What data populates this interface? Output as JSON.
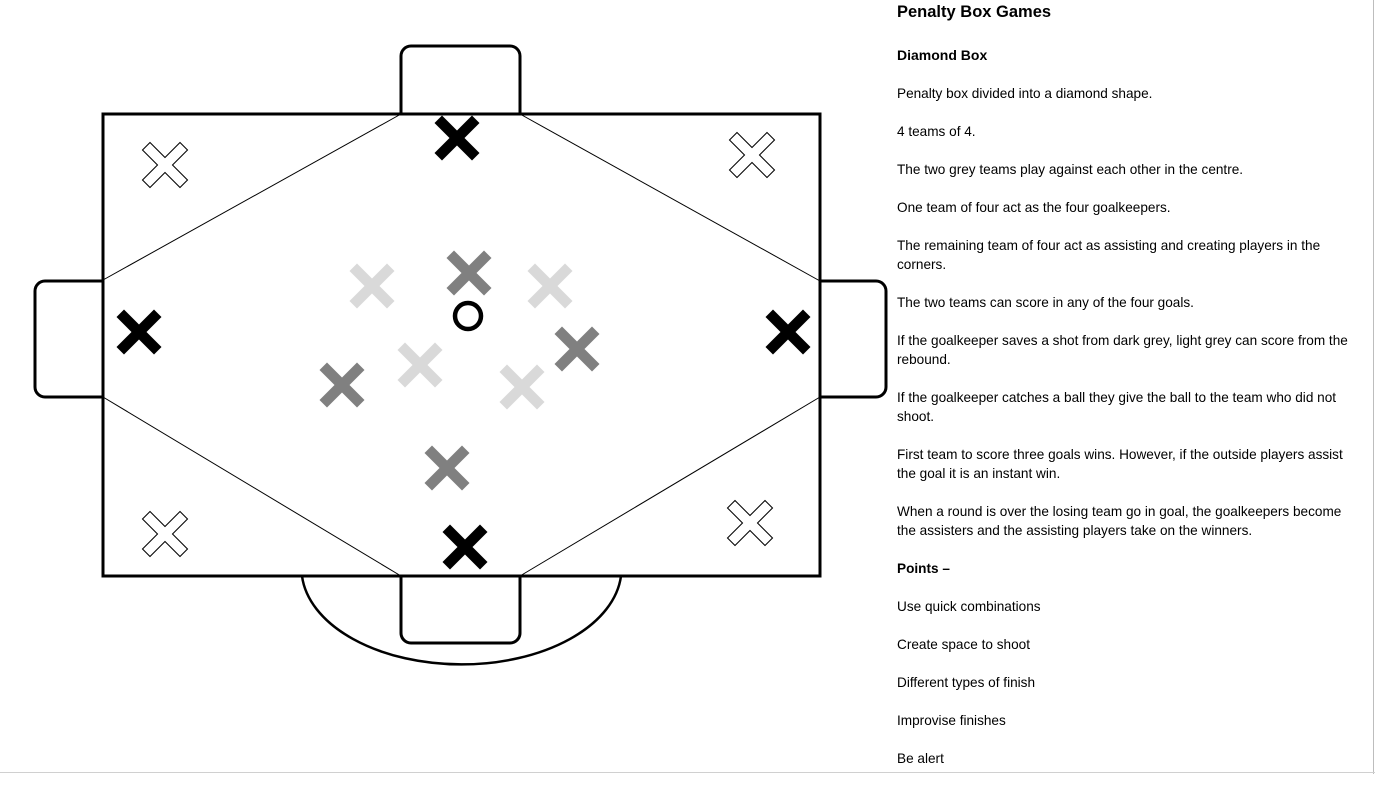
{
  "colors": {
    "dark_grey": "#808080",
    "light_grey": "#d9d9d9",
    "black": "#000000"
  },
  "diagram": {
    "icons": [
      "goal-icon",
      "player-x-icon",
      "ball-icon"
    ],
    "teams": {
      "goalkeepers_black": 4,
      "assisters_outline": 4,
      "dark_grey": 4,
      "light_grey": 4
    }
  },
  "document": {
    "title": "Penalty Box Games",
    "subtitle": "Diamond Box",
    "paragraphs": [
      "Penalty box divided into a diamond shape.",
      "4 teams of 4.",
      "The two grey teams play against each other in the centre.",
      "One team of four act as the four goalkeepers.",
      "The remaining team of four act as assisting and creating players in the corners.",
      "The two teams can score in any of the four goals.",
      "If the goalkeeper saves a shot from dark grey, light grey can score from the rebound.",
      "If the goalkeeper catches a ball they give the ball to the team who did not shoot.",
      "First team to score three goals wins. However, if the outside players assist the goal it is an instant win.",
      "When a round is over the losing team go in goal, the goalkeepers become the assisters and the assisting players take on the winners."
    ],
    "points_heading": "Points –",
    "points": [
      "Use quick combinations",
      "Create space to shoot",
      "Different types of finish",
      "Improvise finishes",
      "Be alert"
    ]
  }
}
